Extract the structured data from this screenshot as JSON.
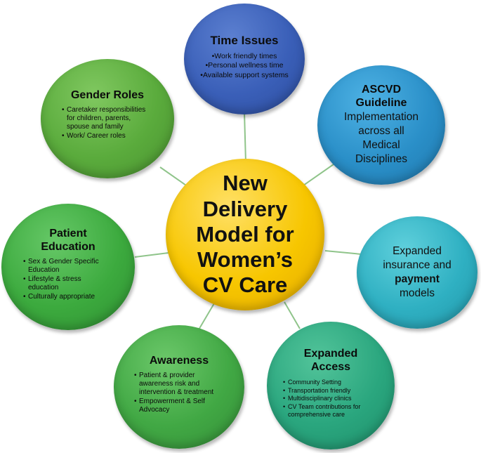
{
  "center": {
    "lines": [
      "New",
      "Delivery",
      "Model for",
      "Women’s",
      "CV Care"
    ]
  },
  "nodes": {
    "time_issues": {
      "title": "Time Issues",
      "bullets": [
        "Work friendly times",
        "Personal wellness time",
        "Available support systems"
      ]
    },
    "ascvd": {
      "title_lines": [
        "ASCVD",
        "Guideline"
      ],
      "body_lines": [
        "Implementation",
        "across all",
        "Medical",
        "Disciplines"
      ]
    },
    "insurance": {
      "line1": "Expanded",
      "line2": "insurance and",
      "line3_bold": "payment",
      "line4": "models"
    },
    "access": {
      "title_lines": [
        "Expanded",
        "Access"
      ],
      "bullets": [
        "Community Setting",
        "Transportation friendly",
        "Multidisciplinary clinics",
        "CV Team contributions for comprehensive care"
      ]
    },
    "awareness": {
      "title": "Awareness",
      "bullets": [
        "Patient & provider awareness risk and intervention & treatment",
        "Empowerment & Self Advocacy"
      ]
    },
    "education": {
      "title_lines": [
        "Patient",
        "Education"
      ],
      "bullets": [
        "Sex & Gender Specific Education",
        "Lifestyle & stress education",
        "Culturally appropriate"
      ]
    },
    "gender": {
      "title": "Gender Roles",
      "bullets": [
        "Caretaker responsibilities for children, parents, spouse and family",
        "Work/ Career roles"
      ]
    }
  },
  "colors": {
    "center": "#f7c600",
    "time_issues": "#3a5fb8",
    "ascvd": "#2a8fc8",
    "insurance": "#2fb0c2",
    "access": "#2aa67e",
    "awareness": "#41a844",
    "education": "#3caa3e",
    "gender": "#5aab3c",
    "connector": "#8fc48a"
  }
}
